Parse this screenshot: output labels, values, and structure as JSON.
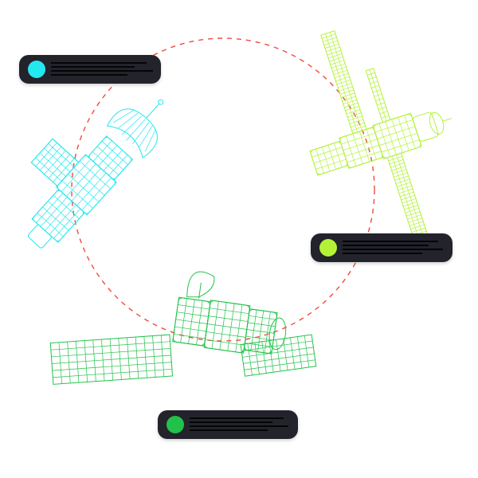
{
  "colors": {
    "orbit": "#f04a3c",
    "cyan": "#23e8f0",
    "lime": "#b4f238",
    "green": "#22c24a",
    "pill_bg": "#22232b"
  },
  "satellites": [
    {
      "name": "satellite-cyan",
      "color": "#23e8f0",
      "icon": "satellite-icon"
    },
    {
      "name": "satellite-lime",
      "color": "#b4f238",
      "icon": "space-station-icon"
    },
    {
      "name": "satellite-green",
      "color": "#22c24a",
      "icon": "satellite-icon"
    }
  ]
}
